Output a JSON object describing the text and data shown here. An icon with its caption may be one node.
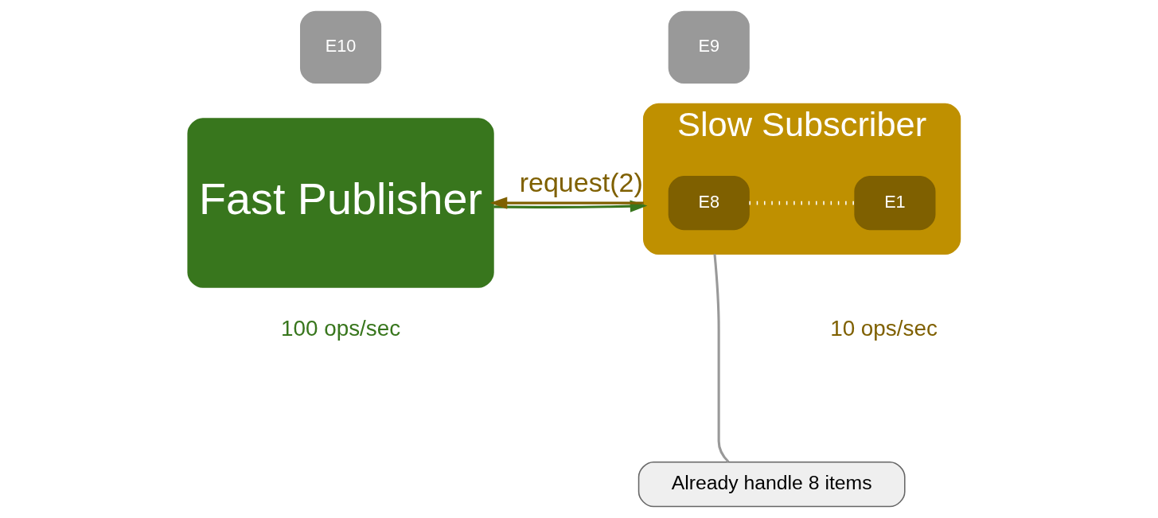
{
  "diagram": {
    "nodes": [
      {
        "text": [
          "Fast Publisher"
        ],
        "beside": [
          "100 ops/sec"
        ]
      },
      {
        "text": [
          "E10"
        ]
      },
      {
        "text": [
          "E9"
        ]
      },
      {
        "text": [
          "Slow Subscriber"
        ],
        "beside": [
          "10 ops/sec"
        ]
      },
      {
        "text": [
          "E8"
        ],
        "in": 3
      },
      {
        "text": [
          "E1"
        ],
        "in": 3
      },
      {
        "text": [
          "Already handle 8 items"
        ]
      }
    ],
    "edges": [
      {
        "from": 0,
        "to": 3,
        "arrow": "to",
        "color": "#38761d"
      },
      {
        "from": 3,
        "to": 0,
        "arrow": "to",
        "label": "request(2)",
        "color": "#7f6000"
      },
      {
        "from": 4,
        "to": 5,
        "arrow": "none",
        "style": "dashed",
        "color": "#ffffff"
      },
      {
        "from": 6,
        "to": 3,
        "arrow": "none",
        "color": "#999999"
      }
    ]
  }
}
